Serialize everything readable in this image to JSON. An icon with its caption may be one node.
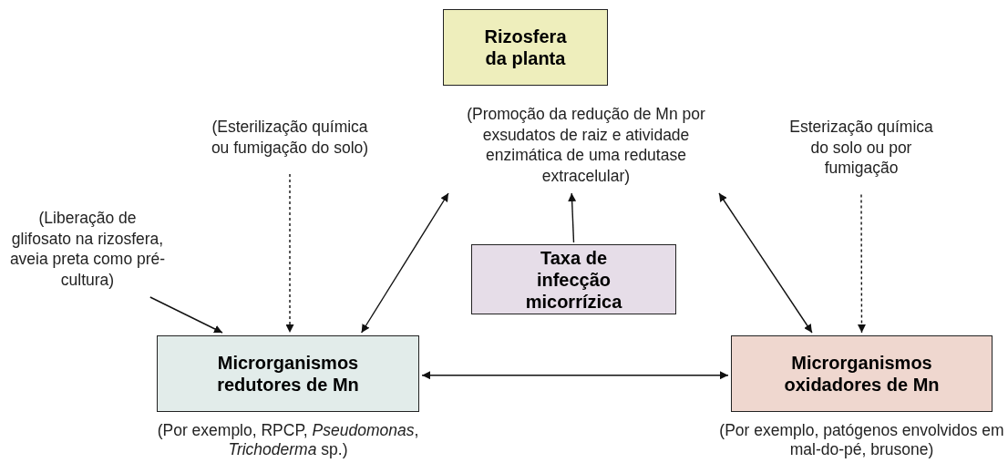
{
  "diagram": {
    "nodes": [
      {
        "text": [
          "Rizosfera da planta"
        ]
      },
      {
        "text": [
          "(Promoção da redução de Mn por exsudatos de raiz e atividade enzimática de uma redutase extracelular)"
        ]
      },
      {
        "text": [
          "(Esterilização química ou fumigação do solo)"
        ]
      },
      {
        "text": [
          "Esterização química do solo ou por fumigação"
        ]
      },
      {
        "text": [
          "(Liberação de glifosato na rizosfera, aveia preta como pré-cultura)"
        ]
      },
      {
        "text": [
          "Taxa de infecção micorrízica"
        ]
      },
      {
        "text": [
          "Microrganismos redutores de Mn"
        ],
        "beside": [
          "(Por exemplo, RPCP, *Pseudomonas*, *Trichoderma* sp.)"
        ]
      },
      {
        "text": [
          "Microrganismos oxidadores de Mn"
        ],
        "beside": [
          "(Por exemplo, patógenos envolvidos em mal-do-pé, brusone)"
        ]
      }
    ],
    "edges": [
      {
        "from": 5,
        "to": 1,
        "arrow": "to"
      },
      {
        "from": 6,
        "to": 1,
        "arrow": "both"
      },
      {
        "from": 7,
        "to": 1,
        "arrow": "both"
      },
      {
        "from": 6,
        "to": 7,
        "arrow": "both"
      },
      {
        "from": 2,
        "to": 6,
        "arrow": "to",
        "style": "dashed"
      },
      {
        "from": 3,
        "to": 7,
        "arrow": "to",
        "style": "dashed"
      },
      {
        "from": 4,
        "to": 6,
        "arrow": "to"
      }
    ]
  }
}
